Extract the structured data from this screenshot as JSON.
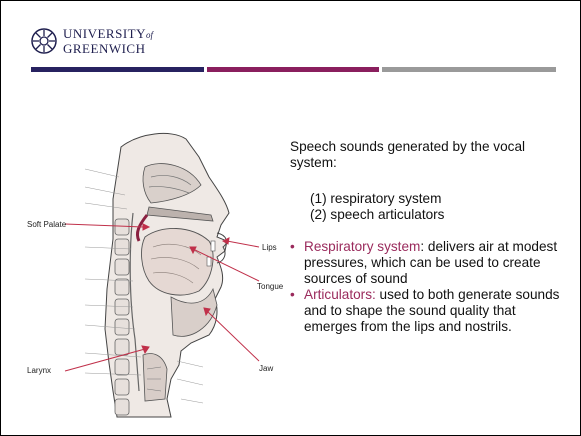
{
  "header": {
    "logo_line1": "UNIVERSITY",
    "logo_of": "of",
    "logo_line2": "GREENWICH",
    "accent_colors": [
      "#272260",
      "#8a1f5e",
      "#9a9a9a"
    ]
  },
  "diagram": {
    "labels": {
      "soft_palate": "Soft Palate",
      "larynx": "Larynx",
      "lips": "Lips",
      "tongue": "Tongue",
      "jaw": "Jaw"
    }
  },
  "content": {
    "intro": "Speech sounds generated by the vocal system:",
    "numbered": [
      "(1) respiratory system",
      "(2) speech articulators"
    ],
    "bullets": [
      {
        "term": "Respiratory system",
        "rest": ": delivers air at modest pressures, which can be used to create sources of sound"
      },
      {
        "term": "Articulators:",
        "rest": " used to both generate sounds and to shape the sound quality that emerges from the lips and nostrils."
      }
    ],
    "highlight_color": "#9a2a5c"
  }
}
